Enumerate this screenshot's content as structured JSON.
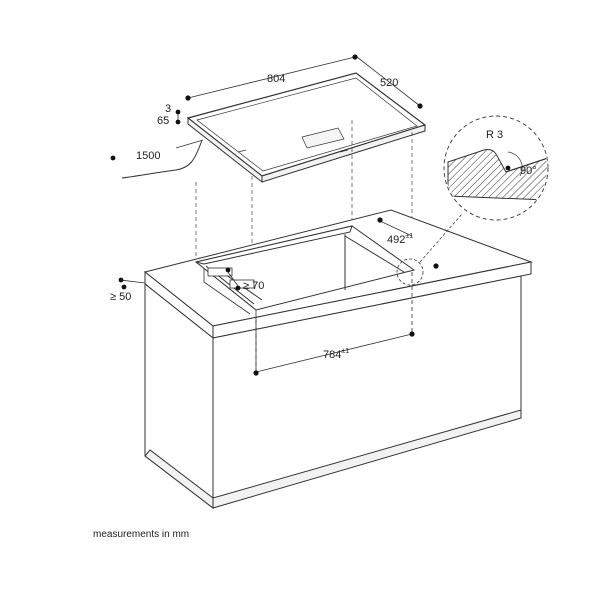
{
  "diagram": {
    "dimensions": {
      "width": "804",
      "depth": "520",
      "thickness_top": "3",
      "thickness_total": "65",
      "cable_length": "1500",
      "cutout_depth": "492",
      "cutout_depth_tol": "±1",
      "min_clearance": "≥ 70",
      "edge_distance": "≥ 50",
      "cutout_width": "784",
      "cutout_width_tol": "±1"
    },
    "detail": {
      "radius": "R 3",
      "angle": "90°"
    },
    "caption": "measurements in mm"
  }
}
